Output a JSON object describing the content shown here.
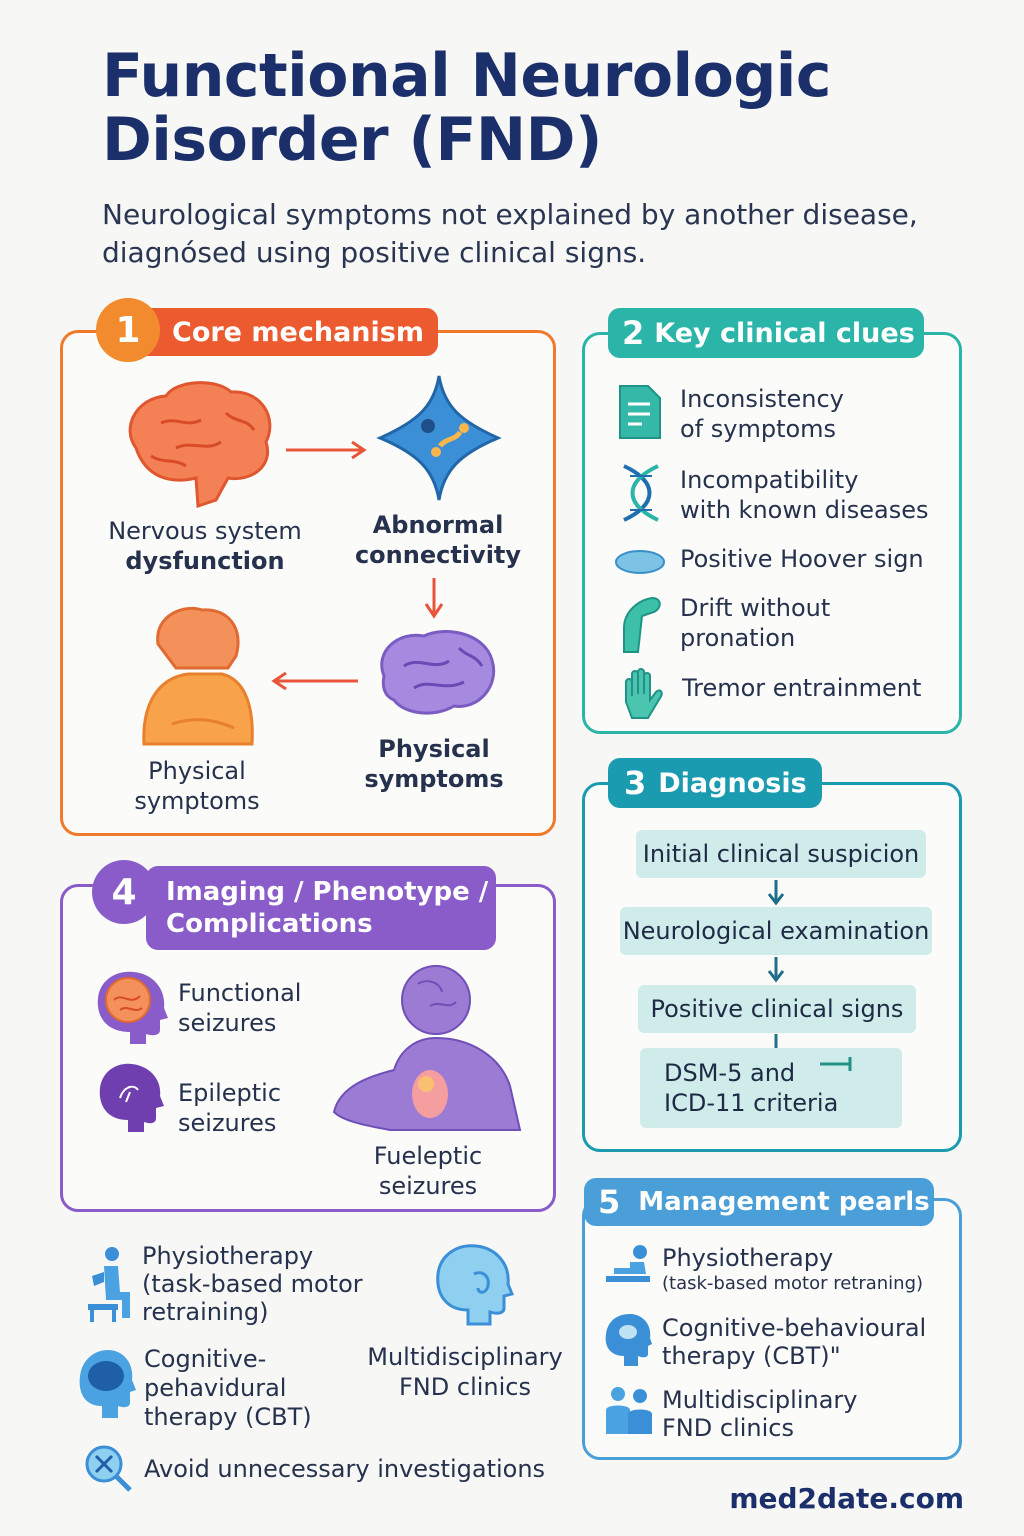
{
  "header": {
    "title_line1": "Functional Neurologic",
    "title_line2": "Disorder (FND)",
    "subtitle_line1": "Neurological symptoms not explained by another disease,",
    "subtitle_line2": "diagnósed using positive clinical signs."
  },
  "section1": {
    "number": "1",
    "title": "Core mechanism",
    "nervous_line1": "Nervous system",
    "nervous_line2": "dysfunction",
    "abnormal_line1": "Abnormal",
    "abnormal_line2": "connectivity",
    "physical_right_line1": "Physical",
    "physical_right_line2": "symptoms",
    "physical_left_line1": "Physical",
    "physical_left_line2": "symptoms"
  },
  "section2": {
    "number": "2",
    "title": "Key clinical clues",
    "clue1_line1": "Inconsistency",
    "clue1_line2": "of symptoms",
    "clue2_line1": "Incompatibility",
    "clue2_line2": "with known diseases",
    "clue3": "Positive Hoover sign",
    "clue4_line1": "Drift without",
    "clue4_line2": "pronation",
    "clue5": "Tremor entrainment"
  },
  "section3": {
    "number": "3",
    "title": "Diagnosis",
    "step1": "Initial clinical suspicion",
    "step2": "Neurological examination",
    "step3": "Positive clinical signs",
    "step4_line1": "DSM-5 and",
    "step4_line2": "ICD-11 criteria"
  },
  "section4": {
    "number": "4",
    "title_line1": "Imaging / Phenotype /",
    "title_line2": "Complications",
    "item1_line1": "Functional",
    "item1_line2": "seizures",
    "item2_line1": "Epileptic",
    "item2_line2": "seizures",
    "item3_line1": "Fueleptic",
    "item3_line2": "seizures"
  },
  "bottom_left": {
    "physio_line1": "Physiotherapy",
    "physio_line2": "(task-based motor",
    "physio_line3": "retraining)",
    "multi_line1": "Multidisciplinary",
    "multi_line2": "FND clinics",
    "cbt_line1": "Cognitive-",
    "cbt_line2": "pehavidural",
    "cbt_line3": "therapy (CBT)",
    "avoid": "Avoid unnecessary investigations"
  },
  "section5": {
    "number": "5",
    "title": "Management pearls",
    "physio_line1": "Physiotherapy",
    "physio_line2": "(task-based motor retraning)",
    "cbt_line1": "Cognitive-behavioural",
    "cbt_line2": "therapy (CBT)\"",
    "multi_line1": "Multidisciplinary",
    "multi_line2": "FND clinics"
  },
  "footer": {
    "site": "med2date.com"
  },
  "colors": {
    "orange": "#f07a2a",
    "teal": "#2bb5a8",
    "blue_teal": "#1b9bb0",
    "purple": "#8a5cc9",
    "blue": "#4a9fd8",
    "navy": "#1b2f6b"
  }
}
